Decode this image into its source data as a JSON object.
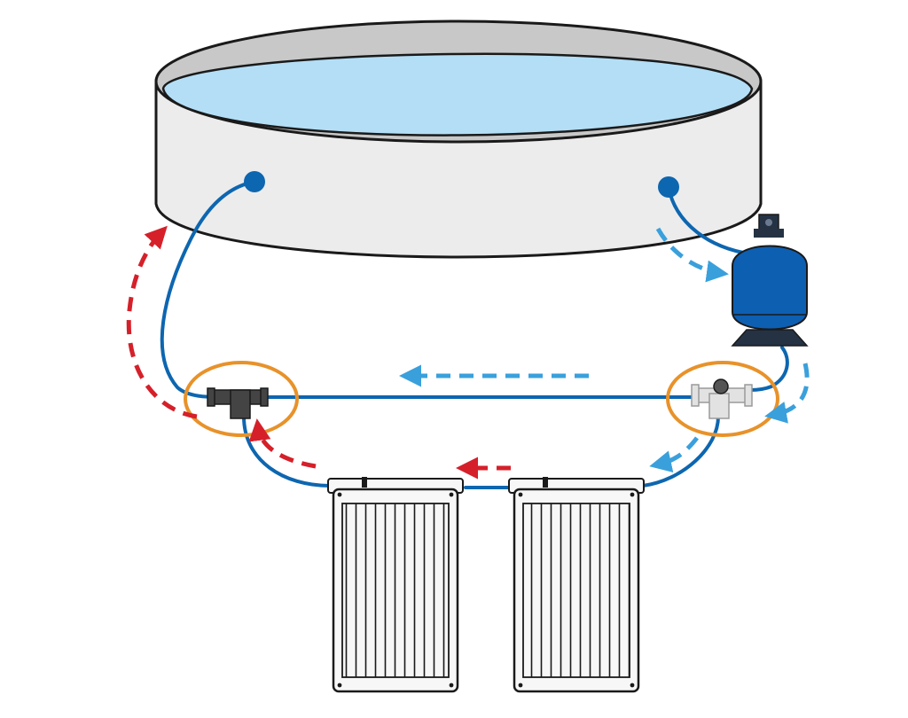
{
  "diagram": {
    "colors": {
      "background": "#ffffff",
      "outline": "#1a1a1a",
      "pool_wall": "#ececed",
      "pool_inner_wall": "#c8c8c9",
      "water": "#b3def6",
      "pipe": "#0d66b0",
      "fitting_dark": "#444444",
      "valve_light": "#e2e2e2",
      "pump_body": "#0d5fb2",
      "pump_dark": "#243244",
      "highlight_ring": "#e8922a",
      "cold_flow_arrow": "#3aa0dc",
      "hot_flow_arrow": "#d5202a",
      "panel_fill": "#f7f7f7"
    },
    "components": [
      "above-ground-pool",
      "pool-inlet",
      "pool-outlet",
      "filter-pump",
      "bypass-valve",
      "tee-fitting",
      "solar-panel-1",
      "solar-panel-2"
    ],
    "flows": [
      {
        "name": "cold-water-to-pump",
        "color": "cold",
        "direction": "down"
      },
      {
        "name": "cold-water-bypass",
        "color": "cold",
        "direction": "left"
      },
      {
        "name": "cold-water-to-panels",
        "color": "cold",
        "direction": "down-left"
      },
      {
        "name": "heated-water-between-panels",
        "color": "hot",
        "direction": "left"
      },
      {
        "name": "heated-water-to-tee",
        "color": "hot",
        "direction": "up"
      },
      {
        "name": "heated-water-to-pool",
        "color": "hot",
        "direction": "up"
      }
    ]
  }
}
